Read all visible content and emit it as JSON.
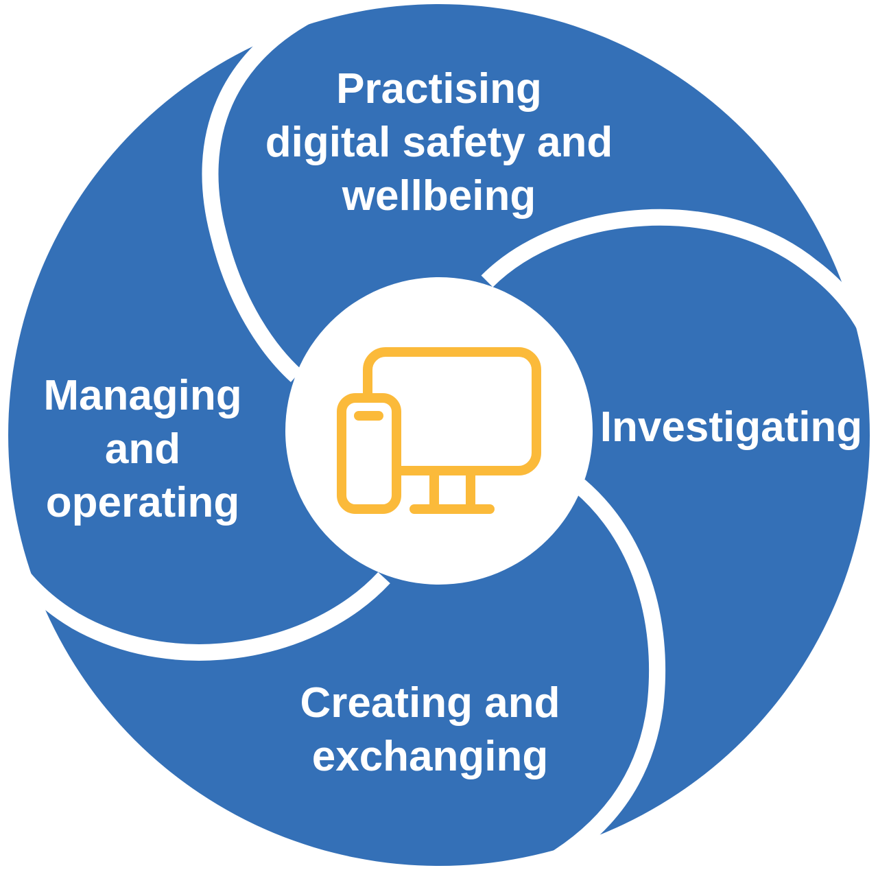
{
  "colors": {
    "segment_fill": "#3470B7",
    "separator": "#ffffff",
    "center_fill": "#ffffff",
    "icon_stroke": "#FBBA3A",
    "label_text": "#ffffff"
  },
  "center": {
    "icon": "computer-and-phone-icon"
  },
  "segments": [
    {
      "id": "practising",
      "lines": [
        "Practising",
        "digital safety and",
        "wellbeing"
      ]
    },
    {
      "id": "investigating",
      "lines": [
        "Investigating"
      ]
    },
    {
      "id": "creating",
      "lines": [
        "Creating and",
        "exchanging"
      ]
    },
    {
      "id": "managing",
      "lines": [
        "Managing",
        "and",
        "operating"
      ]
    }
  ]
}
